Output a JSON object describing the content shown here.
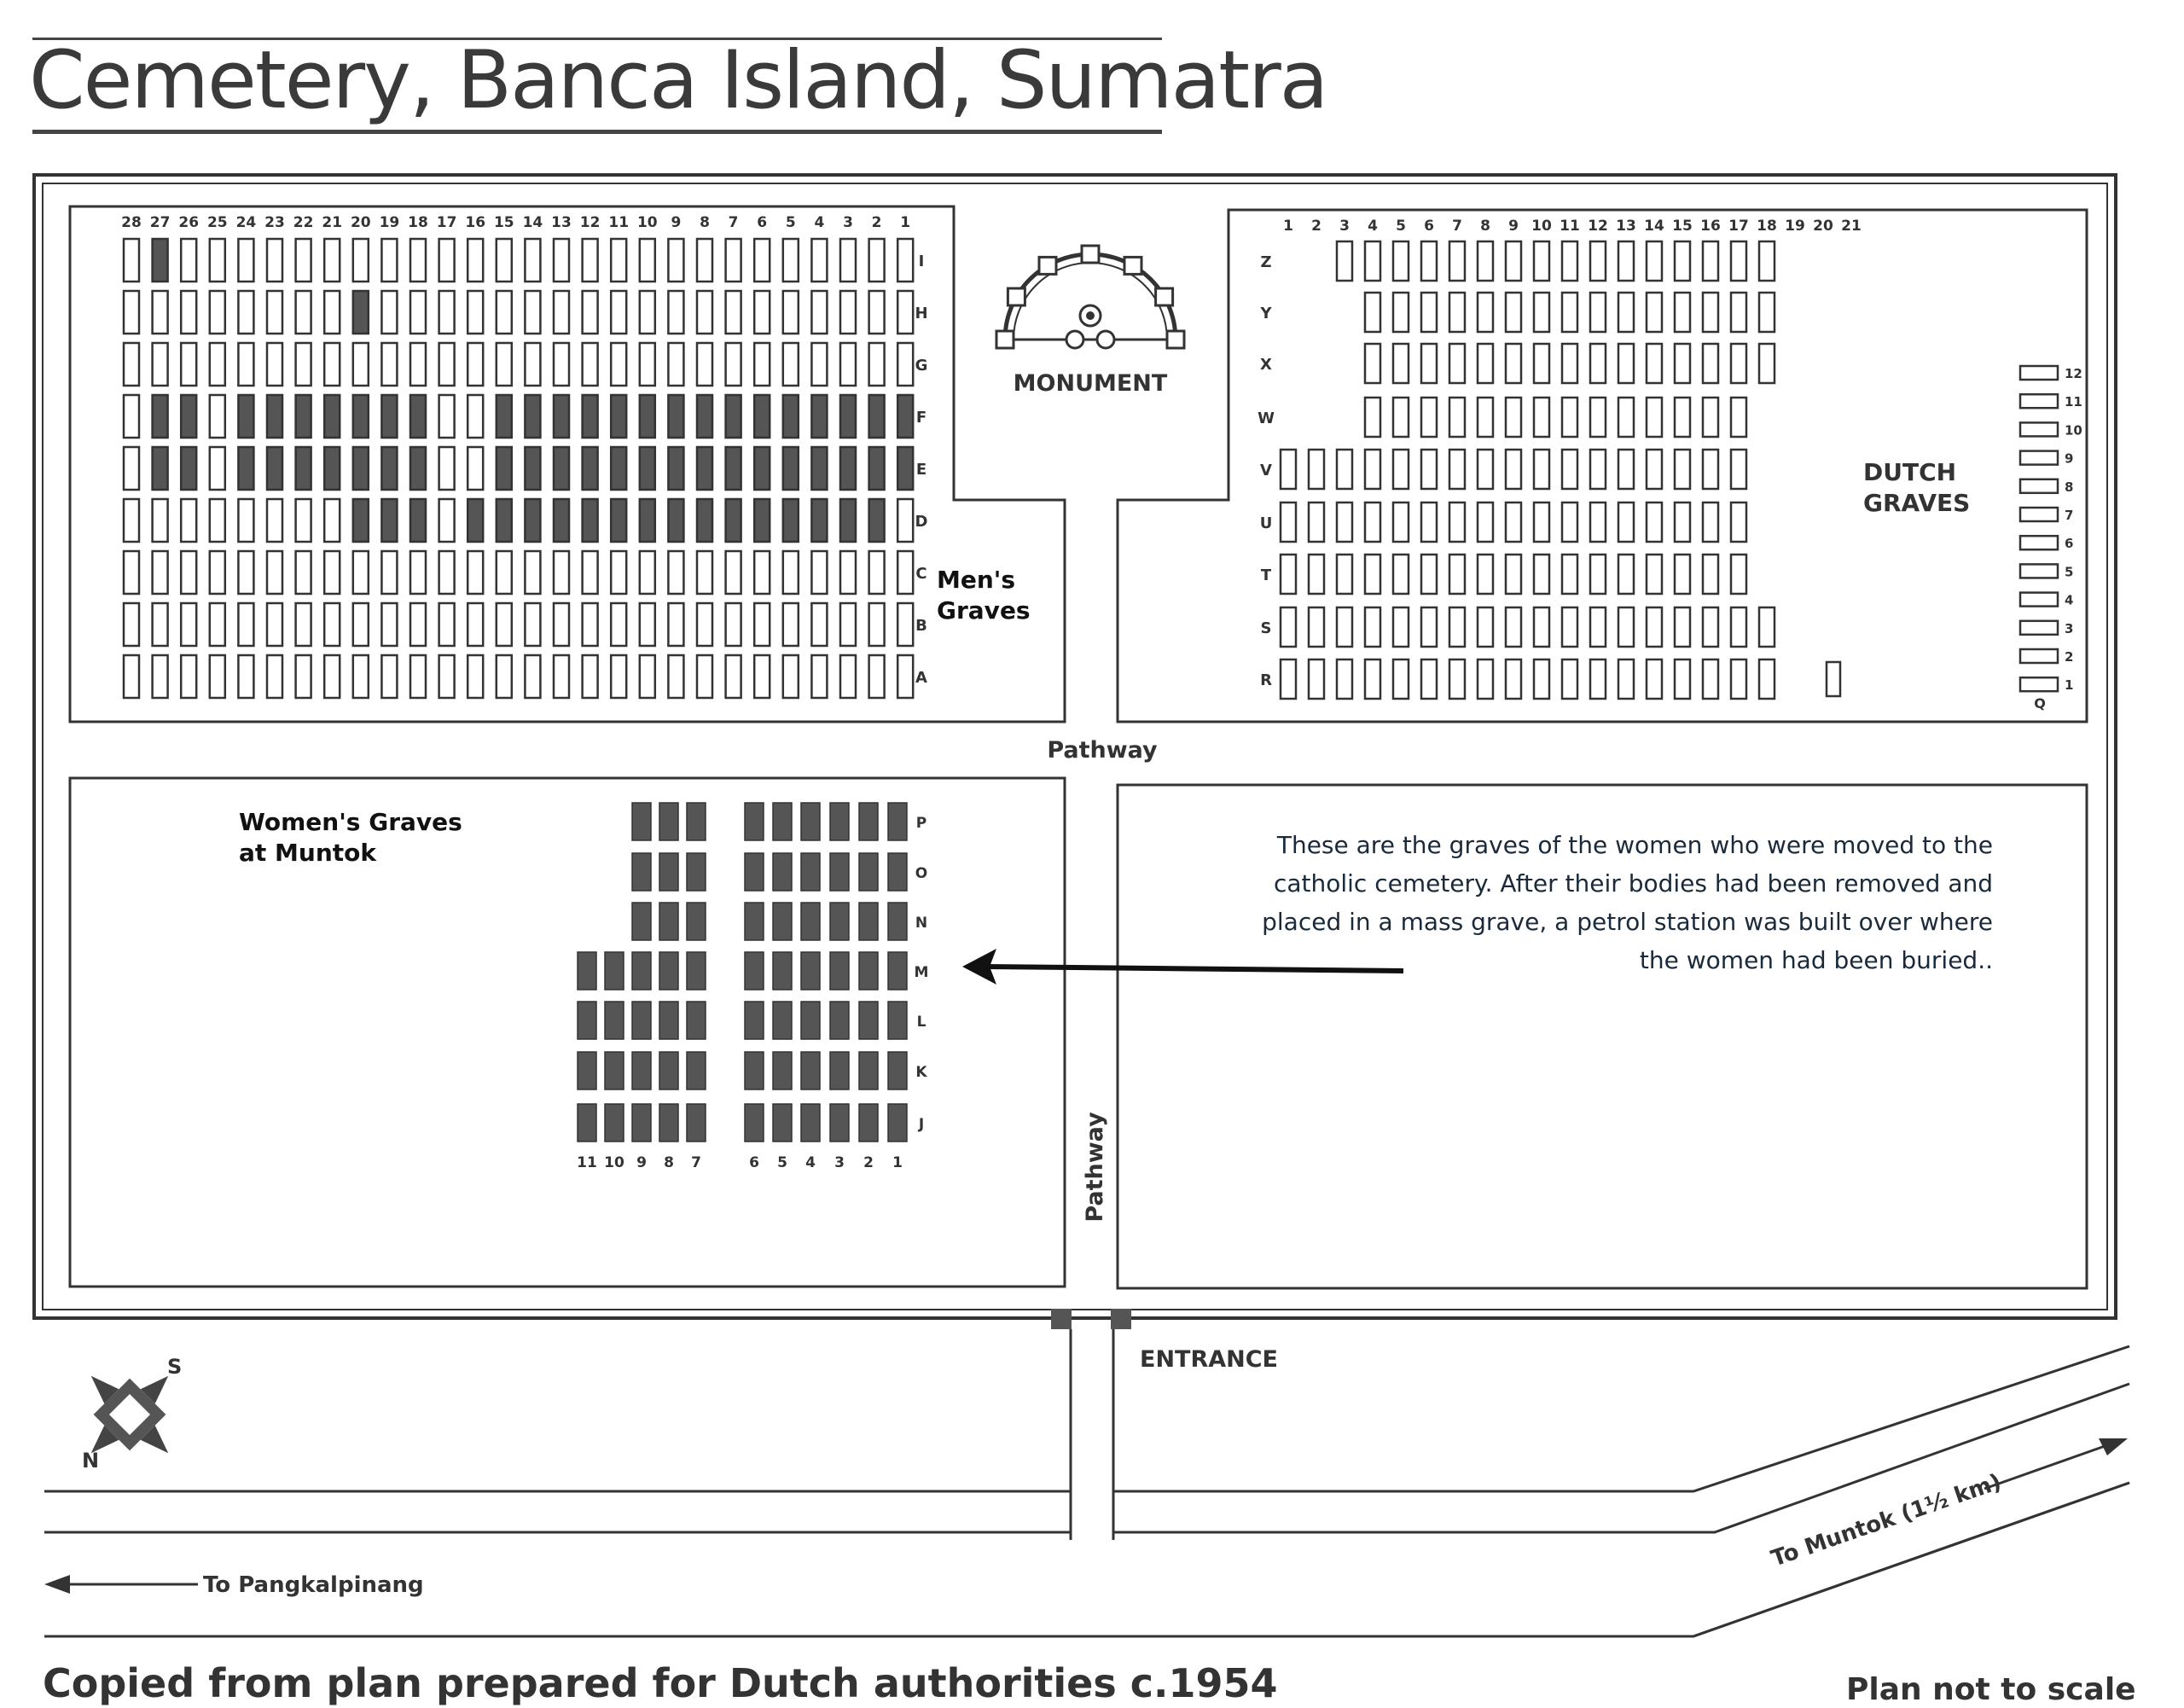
{
  "map": {
    "title": "Cemetery, Banca Island, Sumatra",
    "source_note": "Copied from plan prepared for Dutch authorities c.1954",
    "scale_note": "Plan not to scale",
    "labels": {
      "monument": "MONUMENT",
      "mens_graves": "Men's\nGraves",
      "dutch_graves": "DUTCH\nGRAVES",
      "pathway_h": "Pathway",
      "pathway_v": "Pathway",
      "womens_graves": "Women's Graves\nat Muntok",
      "entrance": "ENTRANCE",
      "to_pangkalpinang": "To  Pangkalpinang",
      "to_muntok": "To Muntok (1½ km)",
      "compass_s": "S",
      "compass_n": "N"
    },
    "annotation": "These are the graves of the women who were moved to the catholic cemetery. After their bodies had been removed and placed in a mass grave, a petrol station was built over where the women had been buried..",
    "mens_columns": [
      "28",
      "27",
      "26",
      "25",
      "24",
      "23",
      "22",
      "21",
      "20",
      "19",
      "18",
      "17",
      "16",
      "15",
      "14",
      "13",
      "12",
      "11",
      "10",
      "9",
      "8",
      "7",
      "6",
      "5",
      "4",
      "3",
      "2",
      "1"
    ],
    "mens_rows": [
      "I",
      "H",
      "G",
      "F",
      "E",
      "D",
      "C",
      "B",
      "A"
    ],
    "dutch_columns": [
      "1",
      "2",
      "3",
      "4",
      "5",
      "6",
      "7",
      "8",
      "9",
      "10",
      "11",
      "12",
      "13",
      "14",
      "15",
      "16",
      "17",
      "18",
      "19",
      "20",
      "21"
    ],
    "dutch_rows": [
      "Z",
      "Y",
      "X",
      "W",
      "V",
      "U",
      "T",
      "S",
      "R"
    ],
    "side_graves": [
      "12",
      "11",
      "10",
      "9",
      "8",
      "7",
      "6",
      "5",
      "4",
      "3",
      "2",
      "1",
      "Q"
    ],
    "womens_columns": [
      "11",
      "10",
      "9",
      "8",
      "7",
      "6",
      "5",
      "4",
      "3",
      "2",
      "1"
    ],
    "womens_rows": [
      "P",
      "O",
      "N",
      "M",
      "L",
      "K",
      "J"
    ]
  }
}
